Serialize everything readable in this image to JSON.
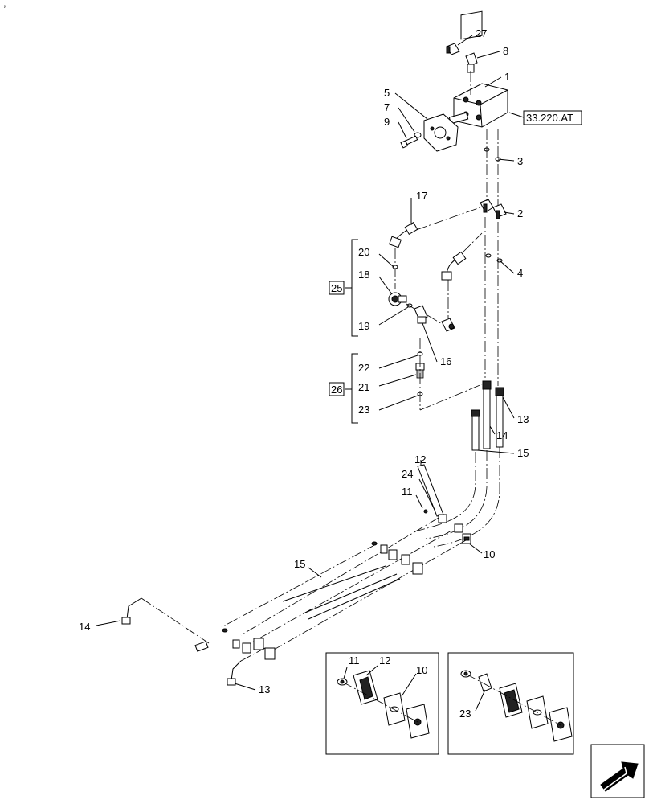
{
  "callouts": {
    "c1": "1",
    "c2": "2",
    "c3": "3",
    "c4": "4",
    "c5": "5",
    "c7": "7",
    "c8": "8",
    "c9": "9",
    "c10": "10",
    "c11": "11",
    "c12": "12",
    "c13": "13",
    "c14": "14",
    "c15": "15",
    "c16": "16",
    "c17": "17",
    "c18": "18",
    "c19": "19",
    "c20": "20",
    "c21": "21",
    "c22": "22",
    "c23": "23",
    "c24": "24",
    "c27": "27"
  },
  "reference": "33.220.AT",
  "groups": {
    "g25": "25",
    "g26": "26"
  },
  "detail_left": {
    "c11": "11",
    "c12": "12",
    "c10": "10"
  },
  "detail_right": {
    "c23": "23"
  },
  "nav_icon": "arrow-icon"
}
